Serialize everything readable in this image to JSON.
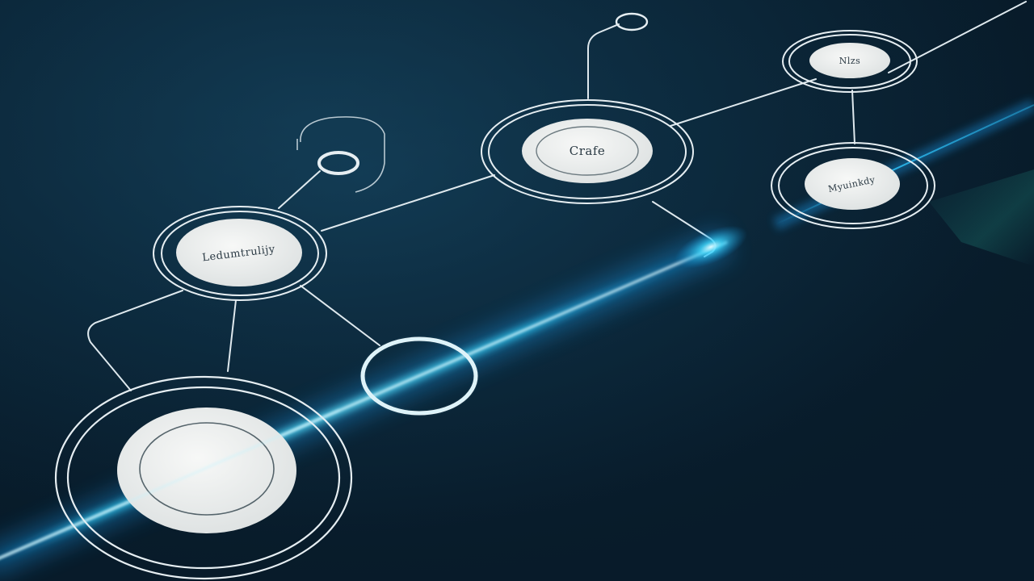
{
  "scene": {
    "description_style": "isometric flow diagram on dark teal background with glowing cyan light streak",
    "colors": {
      "background_dark": "#081b2a",
      "background_mid": "#0f3147",
      "line": "#e6eef2",
      "disc_fill": "#eef0ef",
      "glow": "#33d6ff",
      "glow_core": "#e8fbff"
    }
  },
  "nodes": {
    "landmark_label": "Ledumtrulijy",
    "center_label": "Crafe",
    "top_right_label": "Nlzs",
    "right_label": "Myuinkdy"
  }
}
